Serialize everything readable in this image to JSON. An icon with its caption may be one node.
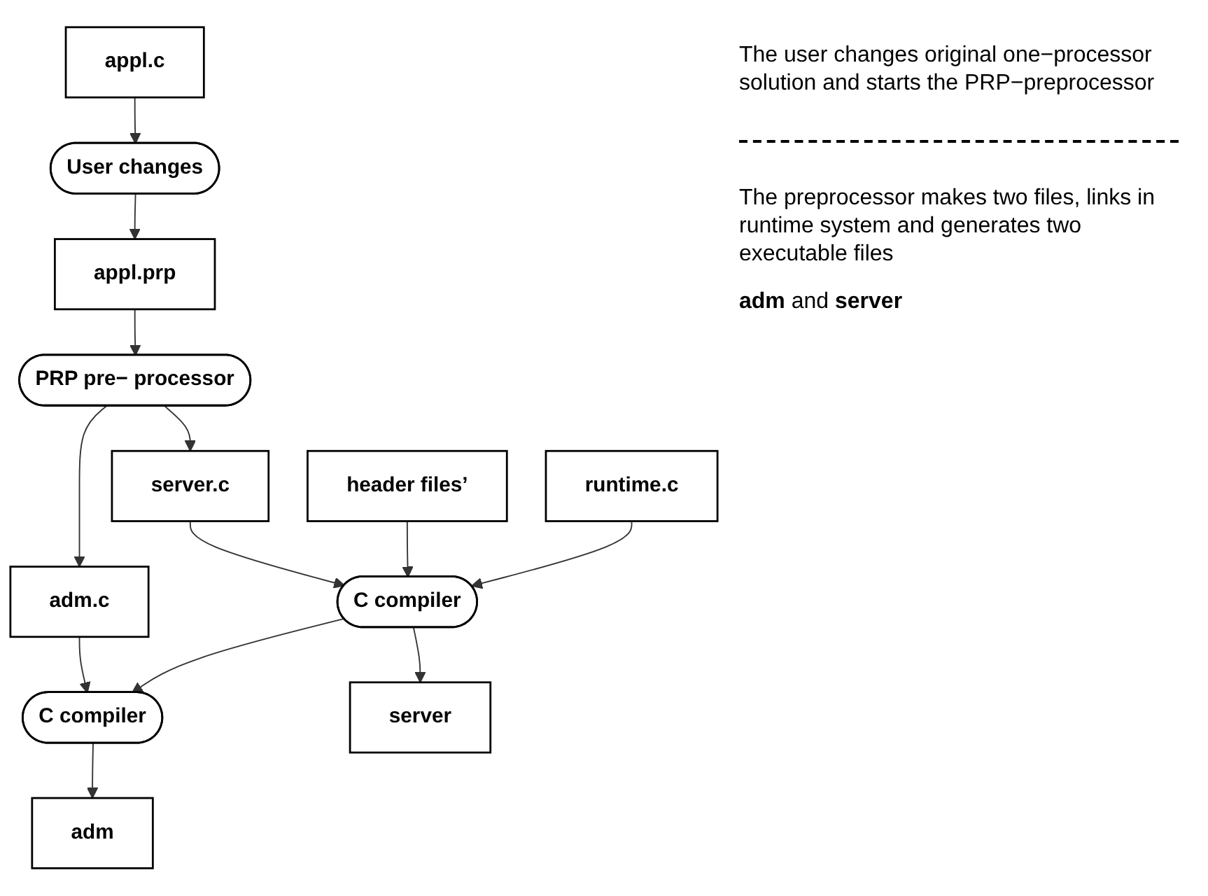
{
  "diagram": {
    "nodes": [
      {
        "text": [
          "appl.c"
        ]
      },
      {
        "text": [
          "User changes"
        ]
      },
      {
        "text": [
          "appl.prp"
        ]
      },
      {
        "text": [
          "PRP pre− processor"
        ]
      },
      {
        "text": [
          "adm.c"
        ]
      },
      {
        "text": [
          "server.c"
        ]
      },
      {
        "text": [
          "C compiler"
        ]
      },
      {
        "text": [
          "C compiler"
        ]
      },
      {
        "text": [
          "header files’"
        ]
      },
      {
        "text": [
          "runtime.c"
        ]
      },
      {
        "text": [
          "adm"
        ]
      },
      {
        "text": [
          "server"
        ]
      }
    ],
    "edges": [
      {
        "from": 0,
        "to": 1,
        "arrow": "to"
      },
      {
        "from": 1,
        "to": 2,
        "arrow": "to"
      },
      {
        "from": 2,
        "to": 3,
        "arrow": "to"
      },
      {
        "from": 3,
        "to": 4,
        "arrow": "to"
      },
      {
        "from": 3,
        "to": 5,
        "arrow": "to"
      },
      {
        "from": 4,
        "to": 6,
        "arrow": "to"
      },
      {
        "from": 5,
        "to": 7,
        "arrow": "to"
      },
      {
        "from": 7,
        "to": 6,
        "arrow": "to"
      },
      {
        "from": 8,
        "to": 7,
        "arrow": "to"
      },
      {
        "from": 9,
        "to": 7,
        "arrow": "to"
      },
      {
        "from": 6,
        "to": 10,
        "arrow": "to"
      },
      {
        "from": 7,
        "to": 11,
        "arrow": "to"
      }
    ],
    "labels": [
      "The user  changes original one−processor solution and starts the PRP−preprocessor",
      "The preprocessor makes two files, links in runtime system and generates two executable files",
      "**adm** and **server**"
    ]
  }
}
